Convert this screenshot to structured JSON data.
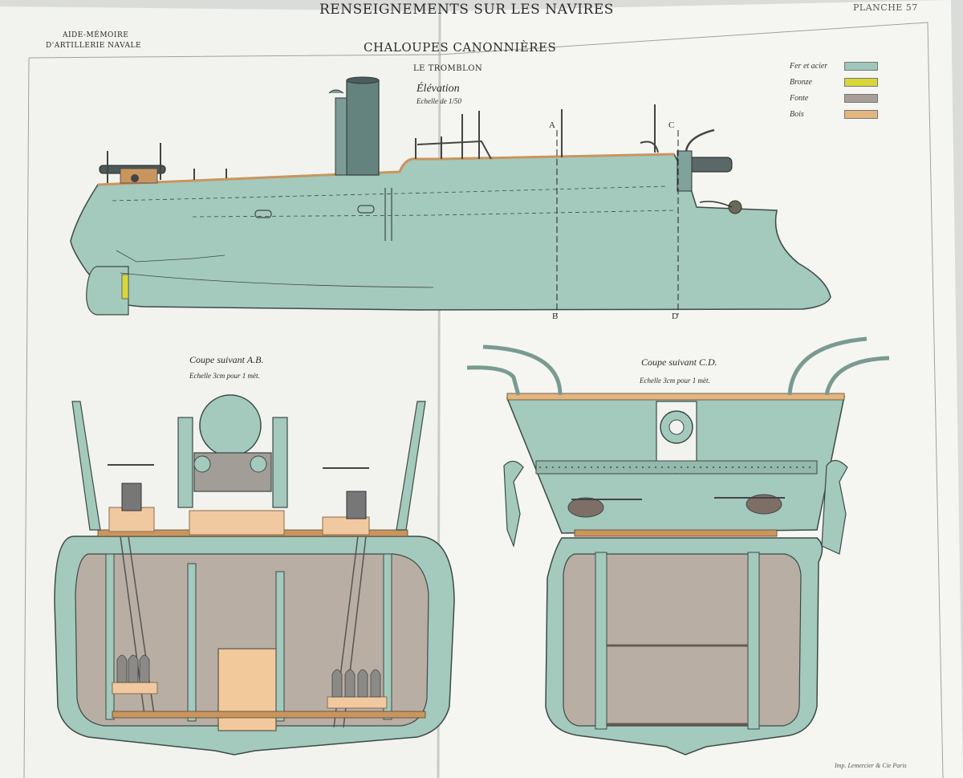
{
  "header": {
    "title": "RENSEIGNEMENTS SUR LES NAVIRES",
    "plate": "PLANCHE 57",
    "aide_line1": "AIDE-MÉMOIRE",
    "aide_line2": "D'ARTILLERIE NAVALE"
  },
  "main": {
    "title": "CHALOUPES CANONNIÈRES",
    "ship_name": "LE TROMBLON",
    "elevation_label": "Élévation",
    "elevation_scale": "Echelle de 1/50"
  },
  "legend": [
    {
      "label": "Fer et acier",
      "color": "#9fc7bb"
    },
    {
      "label": "Bronze",
      "color": "#d9d63a"
    },
    {
      "label": "Fonte",
      "color": "#a79f98"
    },
    {
      "label": "Bois",
      "color": "#e3b57f"
    }
  ],
  "section_marks": {
    "a": "A",
    "b": "B",
    "c": "C",
    "d": "D"
  },
  "section_ab": {
    "title": "Coupe suivant A.B.",
    "scale": "Echelle 3cm pour 1 mèt."
  },
  "section_cd": {
    "title": "Coupe suivant C.D.",
    "scale": "Echelle 3cm pour 1 mèt."
  },
  "footer": {
    "printer": "Imp. Lemercier & Cie Paris"
  },
  "colors": {
    "page": "#f4f5f0",
    "iron": "#9fc7bb",
    "wood": "#e3b57f",
    "interior": "#b8ada2",
    "dark": "#3d4a48"
  }
}
